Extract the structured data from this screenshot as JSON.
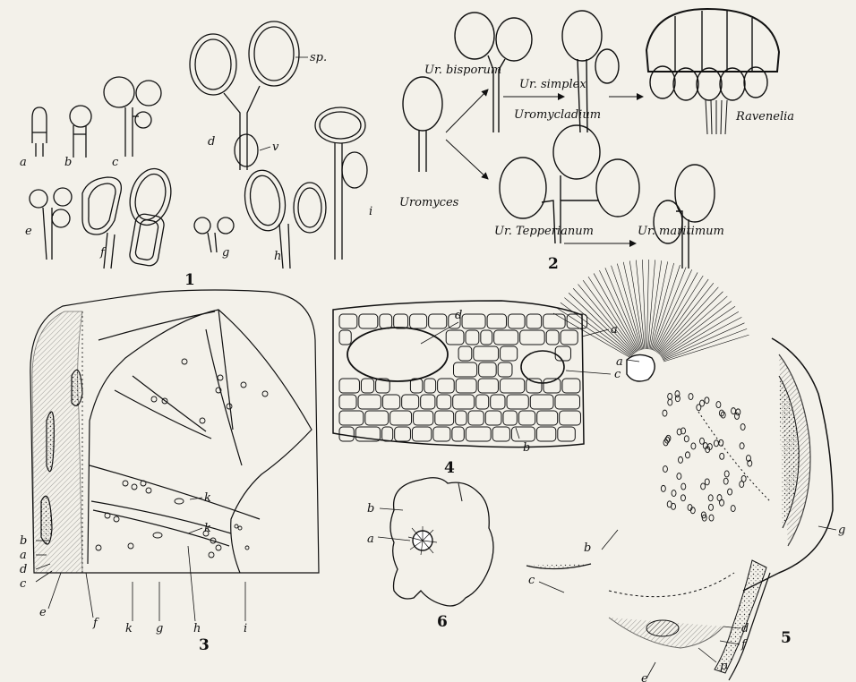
{
  "colors": {
    "paper": "#f3f1ea",
    "ink": "#111111"
  },
  "figure1": {
    "number": "1",
    "labels": {
      "a": "a",
      "b": "b",
      "c": "c",
      "d": "d",
      "e": "e",
      "f": "f",
      "g": "g",
      "h": "h",
      "i": "i",
      "sp": "sp.",
      "v": "v"
    }
  },
  "figure2": {
    "number": "2",
    "labels": {
      "bisporum": "Ur. bisporum",
      "simplex": "Ur. simplex",
      "uromycladium": "Uromycladium",
      "ravenelia": "Ravenelia",
      "uromyces": "Uromyces",
      "tepperianum": "Ur. Tepperianum",
      "maritimum": "Ur. maritimum"
    }
  },
  "figure3": {
    "number": "3",
    "labels": {
      "a": "a",
      "b": "b",
      "c": "c",
      "d": "d",
      "e": "e",
      "f": "f",
      "g": "g",
      "h": "h",
      "i": "i",
      "k": "k"
    }
  },
  "figure4": {
    "number": "4",
    "labels": {
      "a": "a",
      "b": "b",
      "c": "c",
      "d": "d"
    }
  },
  "figure5": {
    "number": "5",
    "labels": {
      "a": "a",
      "b": "b",
      "c": "c",
      "d": "d",
      "e": "e",
      "f": "f",
      "g": "g",
      "p": "p"
    }
  },
  "figure6": {
    "number": "6",
    "labels": {
      "a": "a",
      "b": "b"
    }
  }
}
